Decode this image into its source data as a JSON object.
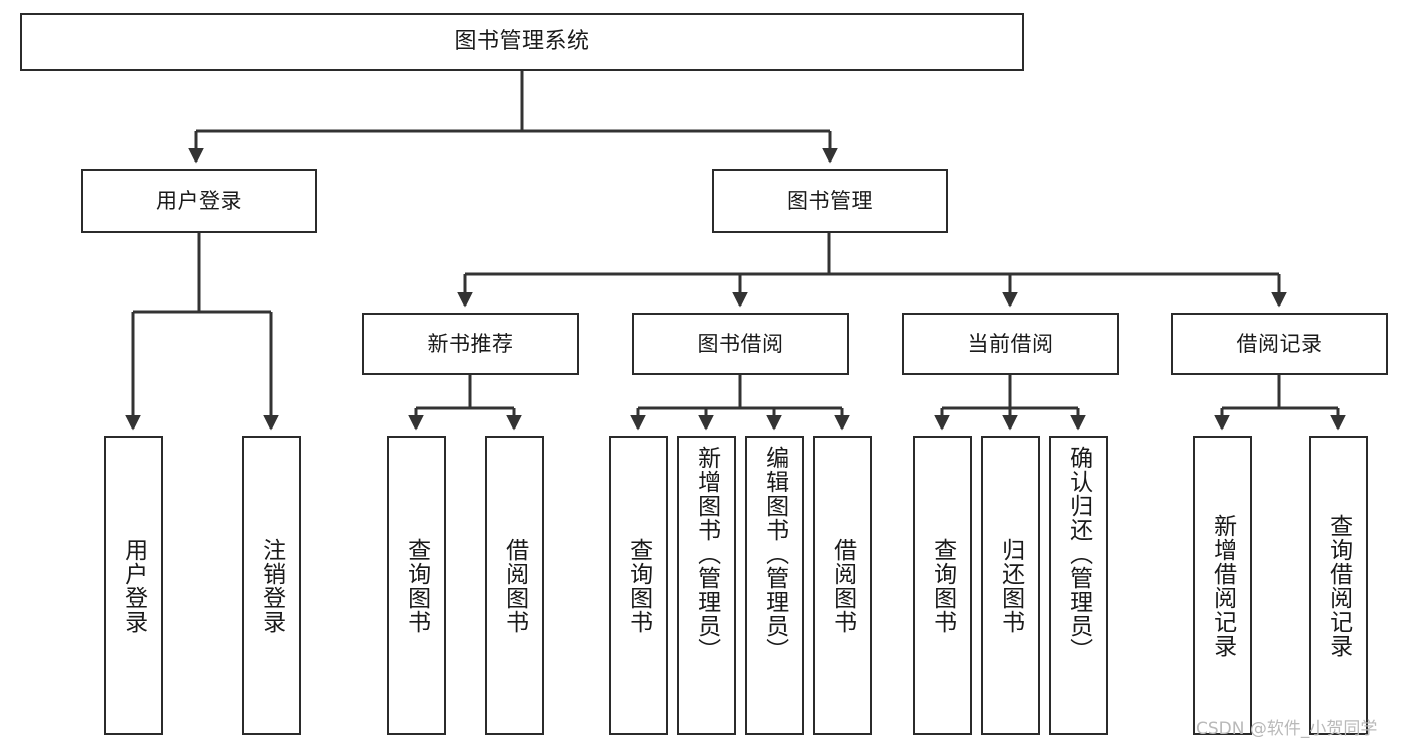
{
  "diagram": {
    "type": "tree-hierarchy",
    "title": "图书管理系统",
    "watermark": "CSDN @软件_小贺同学",
    "colors": {
      "box_border": "#2b2b2b",
      "box_fill": "#ffffff",
      "edge": "#333333",
      "text": "#1a1a1a",
      "watermark": "#b9b9b9",
      "background": "#ffffff"
    },
    "nodes": {
      "root": {
        "label": "图书管理系统"
      },
      "level1": [
        {
          "id": "user-login",
          "label": "用户登录"
        },
        {
          "id": "book-manage",
          "label": "图书管理"
        }
      ],
      "level2": [
        {
          "id": "new-book-recommend",
          "label": "新书推荐"
        },
        {
          "id": "book-borrow",
          "label": "图书借阅"
        },
        {
          "id": "current-borrow",
          "label": "当前借阅"
        },
        {
          "id": "borrow-record",
          "label": "借阅记录"
        }
      ],
      "leaves": {
        "user_login": [
          {
            "id": "leaf-user-login",
            "label": "用户登录"
          },
          {
            "id": "leaf-logout-login",
            "label": "注销登录"
          }
        ],
        "new_book_recommend": [
          {
            "id": "leaf-query-book-1",
            "label": "查询图书"
          },
          {
            "id": "leaf-borrow-book-1",
            "label": "借阅图书"
          }
        ],
        "book_borrow": [
          {
            "id": "leaf-query-book-2",
            "label": "查询图书"
          },
          {
            "id": "leaf-add-book",
            "label": "新增图书（管理员）"
          },
          {
            "id": "leaf-edit-book",
            "label": "编辑图书（管理员）"
          },
          {
            "id": "leaf-borrow-book-2",
            "label": "借阅图书"
          }
        ],
        "current_borrow": [
          {
            "id": "leaf-query-book-3",
            "label": "查询图书"
          },
          {
            "id": "leaf-return-book",
            "label": "归还图书"
          },
          {
            "id": "leaf-confirm-return",
            "label": "确认归还（管理员）"
          }
        ],
        "borrow_record": [
          {
            "id": "leaf-add-record",
            "label": "新增借阅记录"
          },
          {
            "id": "leaf-query-record",
            "label": "查询借阅记录"
          }
        ]
      }
    }
  }
}
